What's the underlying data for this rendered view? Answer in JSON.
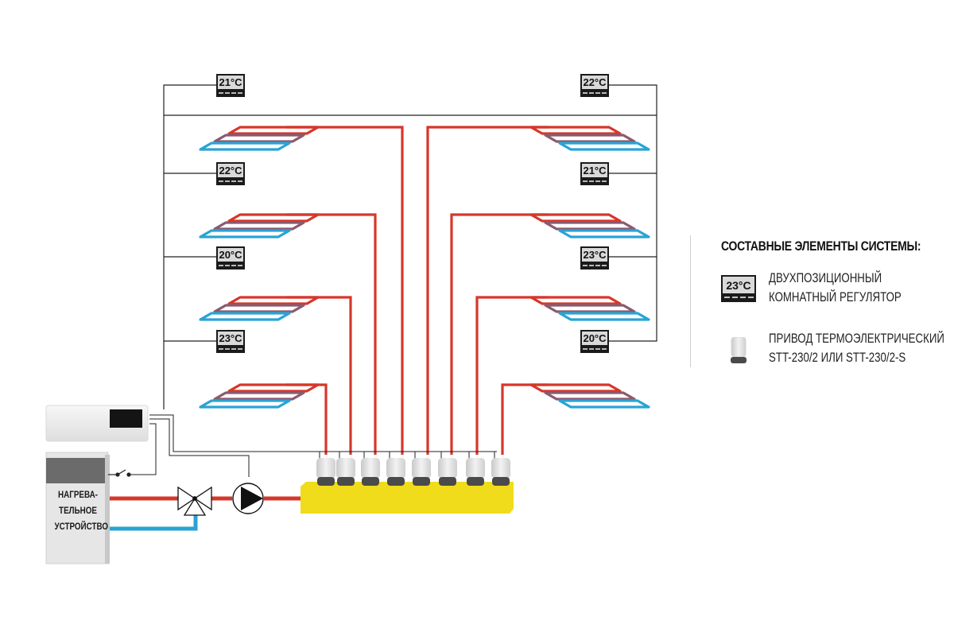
{
  "colors": {
    "supply": "#d6372b",
    "return": "#2aa3d4",
    "mid_loop": "#8a5a6e",
    "wire": "#222222",
    "manifold": "#f0dc1a",
    "controller_body": "#eeeeee",
    "boiler_top": "#6b6b6b"
  },
  "thermostats_left": [
    "21°C",
    "22°C",
    "20°C",
    "23°C"
  ],
  "thermostats_right": [
    "22°C",
    "21°C",
    "23°C",
    "20°C"
  ],
  "legend": {
    "title": "СОСТАВНЫЕ ЭЛЕМЕНТЫ СИСТЕМЫ:",
    "items": [
      {
        "icon": "room-thermostat-icon",
        "icon_text": "23°C",
        "lines": [
          "ДВУХПОЗИЦИОННЫЙ",
          "КОМНАТНЫЙ РЕГУЛЯТОР"
        ]
      },
      {
        "icon": "thermoelectric-actuator-icon",
        "lines": [
          "ПРИВОД ТЕРМОЭЛЕКТРИЧЕСКИЙ",
          "STT-230/2 ИЛИ STT-230/2-S"
        ]
      }
    ]
  },
  "heater": {
    "label_lines": [
      "НАГРЕВА-",
      "ТЕЛЬНОЕ",
      "УСТРОЙСТВО"
    ]
  },
  "components": {
    "controller": "wiring-controller",
    "mixing_valve": "three-way-valve",
    "pump": "circulation-pump",
    "manifold_actuator_count": 8
  }
}
